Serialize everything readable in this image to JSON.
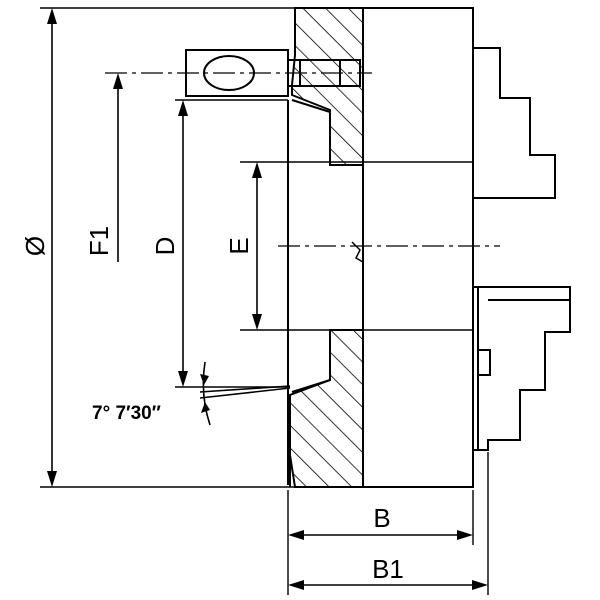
{
  "labels": {
    "diameter": "Ø",
    "f1": "F1",
    "d": "D",
    "e": "E",
    "b": "B",
    "b1": "B1",
    "angle": "7° 7′30″"
  },
  "colors": {
    "stroke": "#000000",
    "background": "#ffffff"
  }
}
